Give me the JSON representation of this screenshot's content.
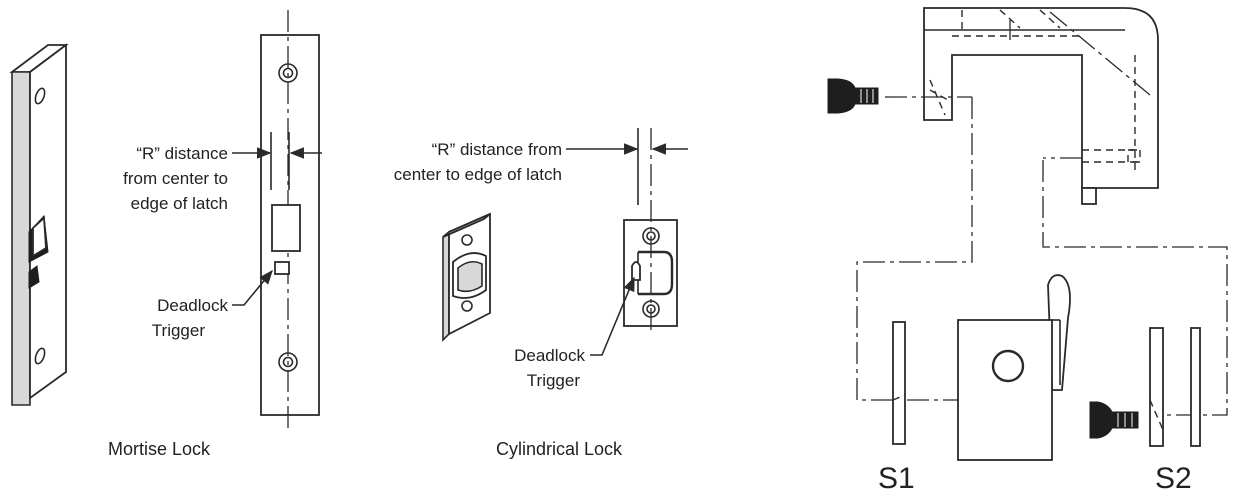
{
  "mortise": {
    "caption": "Mortise Lock",
    "r_label": [
      "“R” distance",
      "from center to",
      "edge of latch"
    ],
    "trigger_label": [
      "Deadlock",
      "Trigger"
    ]
  },
  "cylindrical": {
    "caption": "Cylindrical Lock",
    "r_label": [
      "“R” distance from",
      "center to edge of latch"
    ],
    "trigger_label": [
      "Deadlock",
      "Trigger"
    ]
  },
  "assembly": {
    "s1_label": "S1",
    "s2_label": "S2"
  }
}
